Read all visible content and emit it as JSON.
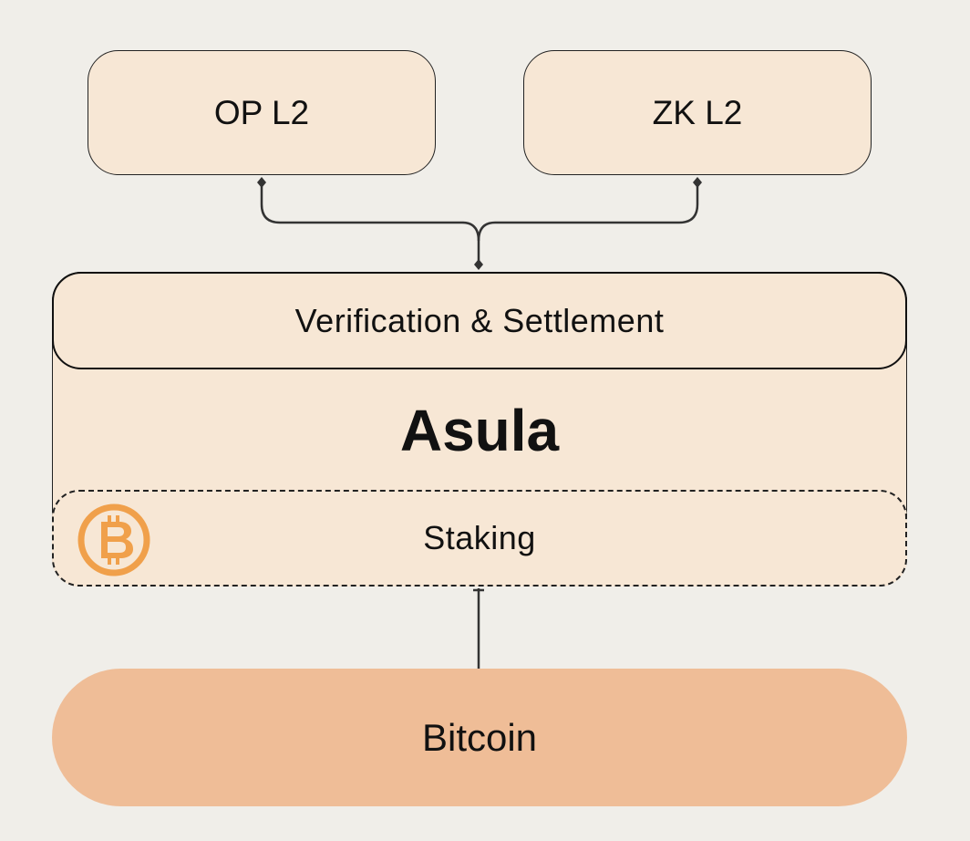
{
  "nodes": {
    "op_l2": "OP L2",
    "zk_l2": "ZK L2",
    "verification": "Verification & Settlement",
    "asula": "Asula",
    "staking": "Staking",
    "bitcoin": "Bitcoin"
  },
  "icons": {
    "staking_icon": "bitcoin-icon"
  },
  "colors": {
    "background": "#f0eee9",
    "box_fill": "#f7e7d5",
    "bitcoin_fill": "#efbd97",
    "bitcoin_icon": "#f0a04b",
    "line": "#333333"
  }
}
